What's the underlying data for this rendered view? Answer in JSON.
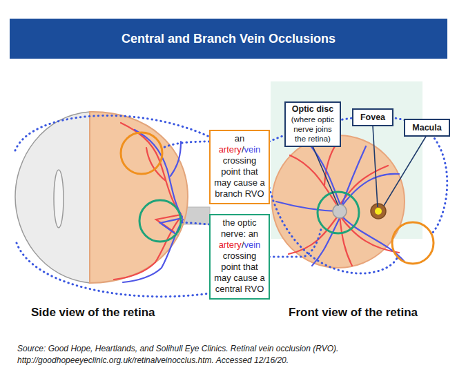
{
  "diagram": {
    "title": "Central and Branch Vein Occlusions",
    "caption": "Source: Good Hope, Heartlands, and Solihull Eye Clinics. Retinal vein occlusion (RVO). http://goodhopeeyeclinic.org.uk/retinalveinocclus.htm. Accessed 12/16/20.",
    "nodes": [
      {
        "text": [
          "Optic disc",
          "(where optic nerve joins the retina)"
        ]
      },
      {
        "text": [
          "Fovea"
        ]
      },
      {
        "text": [
          "Macula"
        ]
      },
      {
        "text": [
          "an artery/vein crossing point that may cause a branch RVO"
        ]
      },
      {
        "text": [
          "the optic nerve: an artery/vein crossing point that may cause a central RVO"
        ]
      }
    ],
    "labels": [
      "Side view of the retina",
      "Front view of the retina"
    ]
  }
}
